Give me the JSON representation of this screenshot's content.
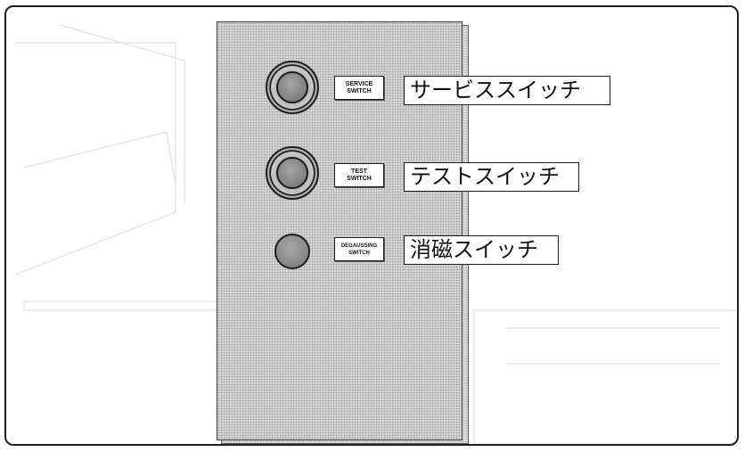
{
  "panel": {
    "controls": [
      {
        "id": "service",
        "plate_label": "SERVICE\nSWITCH",
        "callout": "サービススイッチ"
      },
      {
        "id": "test",
        "plate_label": "TEST\nSWITCH",
        "callout": "テストスイッチ"
      },
      {
        "id": "degaussing",
        "plate_label": "DEGAUSSING\nSWITCH",
        "callout": "消磁スイッチ"
      }
    ]
  },
  "colors": {
    "panel": "#d6d6d6",
    "frame": "#1f1f1f",
    "label_bg": "#ffffff"
  }
}
